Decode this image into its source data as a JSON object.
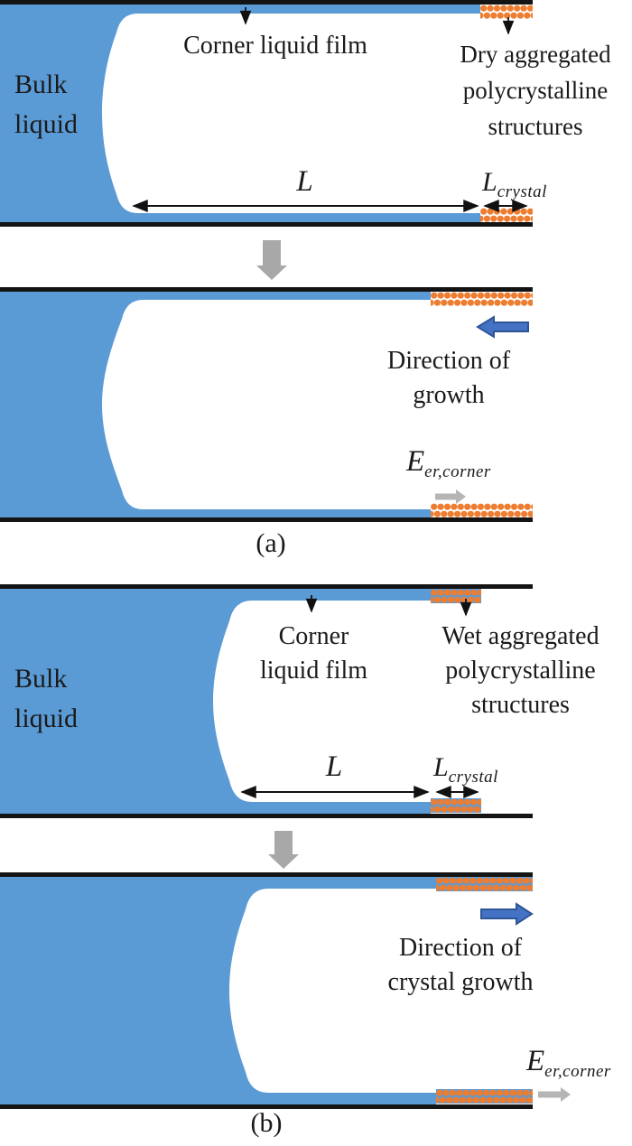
{
  "colors": {
    "liquid_blue": "#5b9bd5",
    "crystal_orange": "#ed7d31",
    "wall_black": "#141414",
    "dim_arrow_black": "#111111",
    "direction_arrow_blue": "#4472c4",
    "direction_arrow_border": "#2f5597",
    "process_arrow_gray": "#a8a8a8",
    "evaporation_arrow_gray": "#b5b5b5"
  },
  "panel_a": {
    "caption": "(a)",
    "initial_state": {
      "bulk_liquid_line1": "Bulk",
      "bulk_liquid_line2": "liquid",
      "corner_film_label": "Corner liquid film",
      "crystal_label_line1": "Dry aggregated",
      "crystal_label_line2": "polycrystalline",
      "crystal_label_line3": "structures",
      "film_length_symbol": "L",
      "crystal_length_symbol": "L",
      "crystal_length_subscript": "crystal"
    },
    "growth_state": {
      "direction_line1": "Direction of",
      "direction_line2": "growth",
      "evaporation_symbol": "E",
      "evaporation_subscript": "er,corner"
    }
  },
  "panel_b": {
    "caption": "(b)",
    "initial_state": {
      "bulk_liquid_line1": "Bulk",
      "bulk_liquid_line2": "liquid",
      "corner_film_line1": "Corner",
      "corner_film_line2": "liquid film",
      "crystal_label_line1": "Wet aggregated",
      "crystal_label_line2": "polycrystalline",
      "crystal_label_line3": "structures",
      "film_length_symbol": "L",
      "crystal_length_symbol": "L",
      "crystal_length_subscript": "crystal"
    },
    "growth_state": {
      "direction_line1": "Direction of",
      "direction_line2": "crystal growth",
      "evaporation_symbol": "E",
      "evaporation_subscript": "er,corner"
    }
  }
}
